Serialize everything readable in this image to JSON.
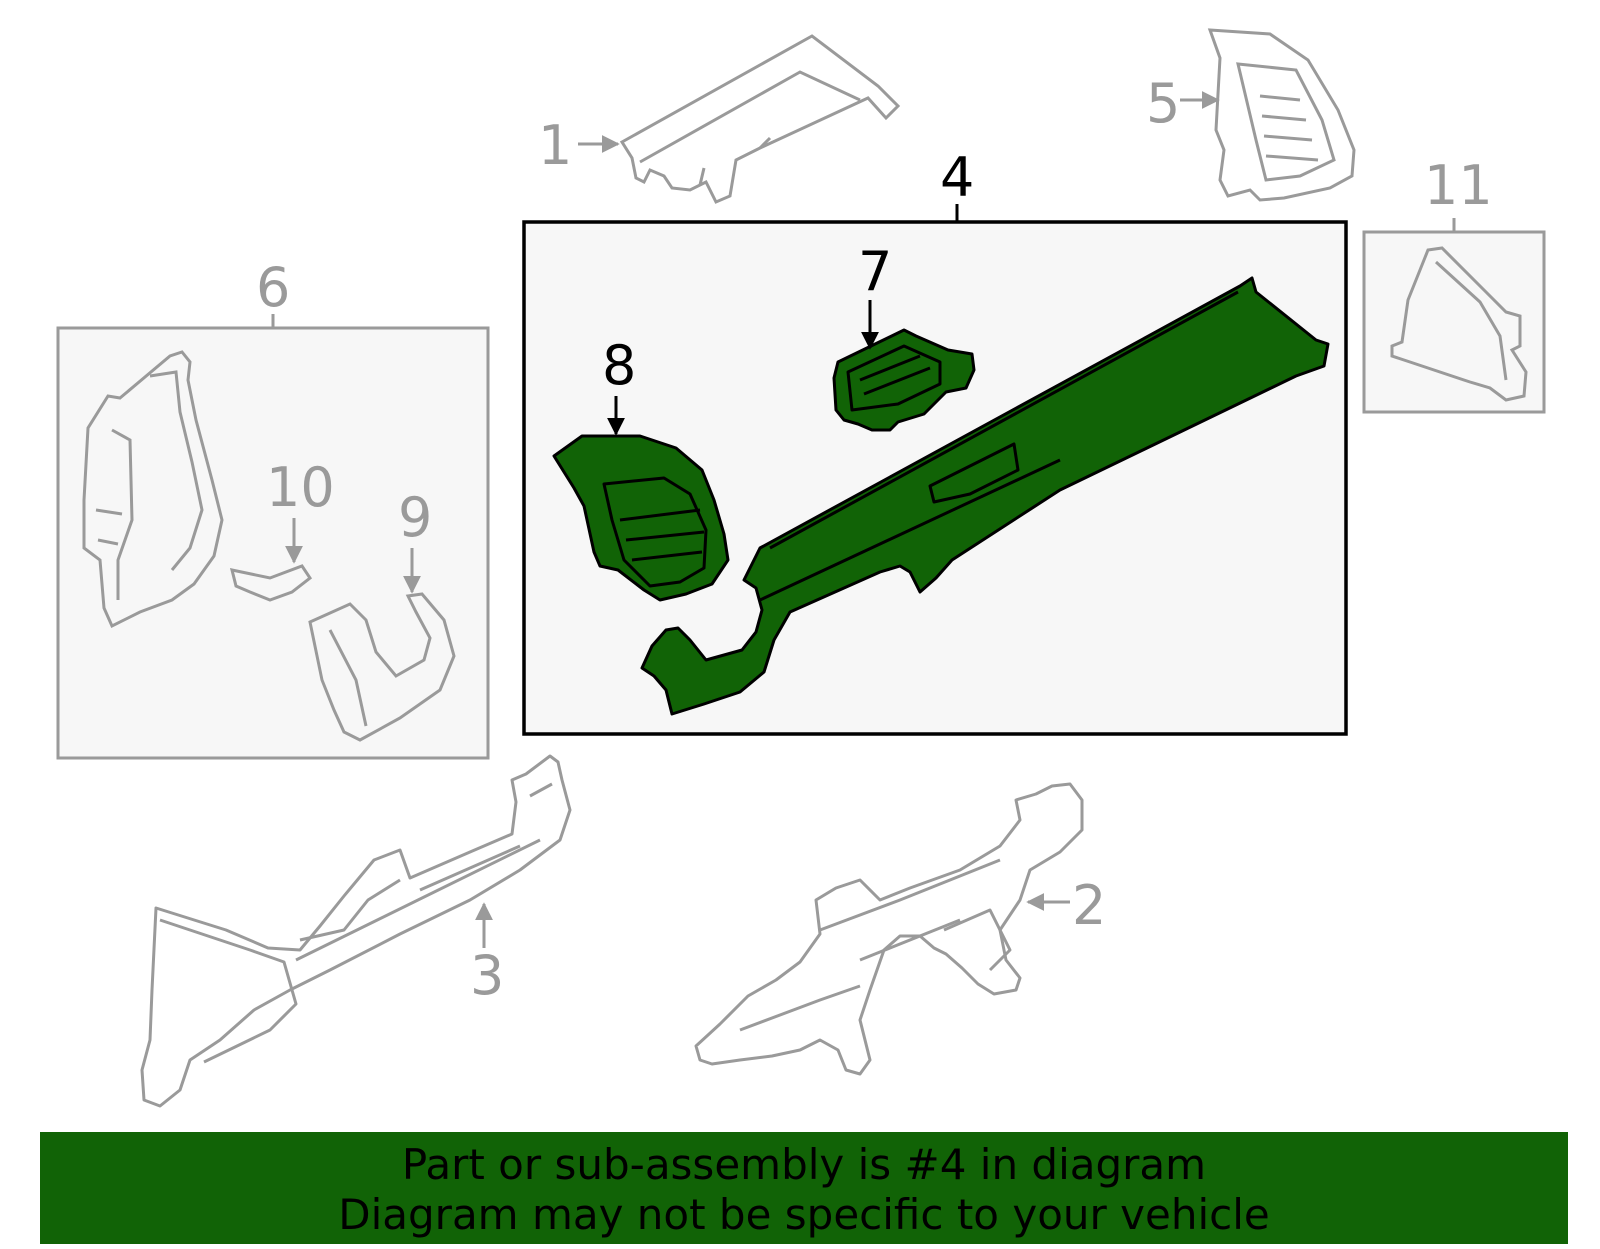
{
  "callouts": {
    "c1": "1",
    "c2": "2",
    "c3": "3",
    "c4": "4",
    "c5": "5",
    "c6": "6",
    "c7": "7",
    "c8": "8",
    "c9": "9",
    "c10": "10",
    "c11": "11"
  },
  "banner": {
    "line1": "Part or sub-assembly is #4 in diagram",
    "line2": "Diagram may not be specific to your vehicle"
  },
  "colors": {
    "highlight": "#116306",
    "part_outline": "#9a9a9a",
    "panel_bg": "#f7f7f7"
  }
}
